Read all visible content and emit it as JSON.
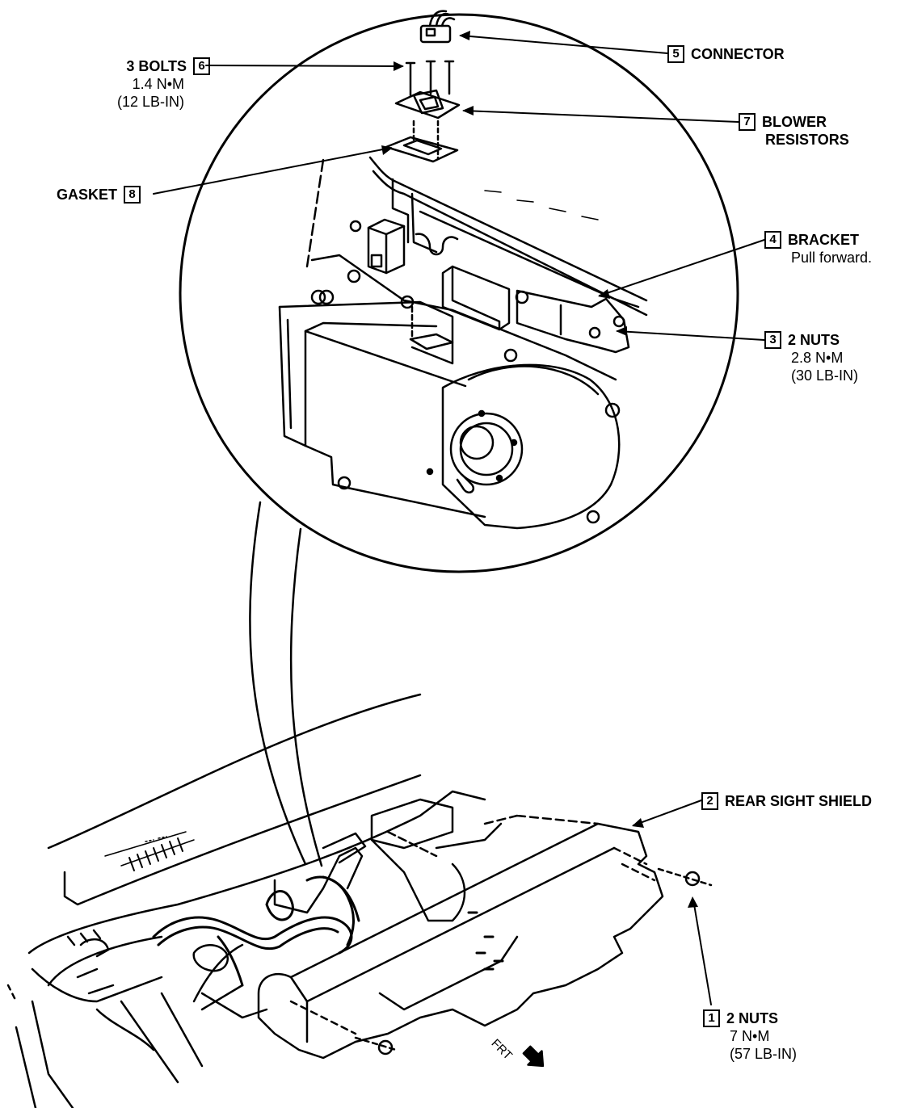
{
  "callouts": {
    "c1": {
      "num": "1",
      "title": "2 NUTS",
      "torque": "7 N•M",
      "imperial": "(57 LB-IN)"
    },
    "c2": {
      "num": "2",
      "title": "REAR SIGHT SHIELD"
    },
    "c3": {
      "num": "3",
      "title": "2 NUTS",
      "torque": "2.8 N•M",
      "imperial": "(30 LB-IN)"
    },
    "c4": {
      "num": "4",
      "title": "BRACKET",
      "note": "Pull forward."
    },
    "c5": {
      "num": "5",
      "title": "CONNECTOR"
    },
    "c6": {
      "num": "6",
      "title": "3 BOLTS",
      "torque": "1.4 N•M",
      "imperial": "(12 LB-IN)"
    },
    "c7": {
      "num": "7",
      "title": "BLOWER",
      "title2": "RESISTORS"
    },
    "c8": {
      "num": "8",
      "title": "GASKET"
    }
  },
  "orientation": {
    "label": "FRT"
  }
}
